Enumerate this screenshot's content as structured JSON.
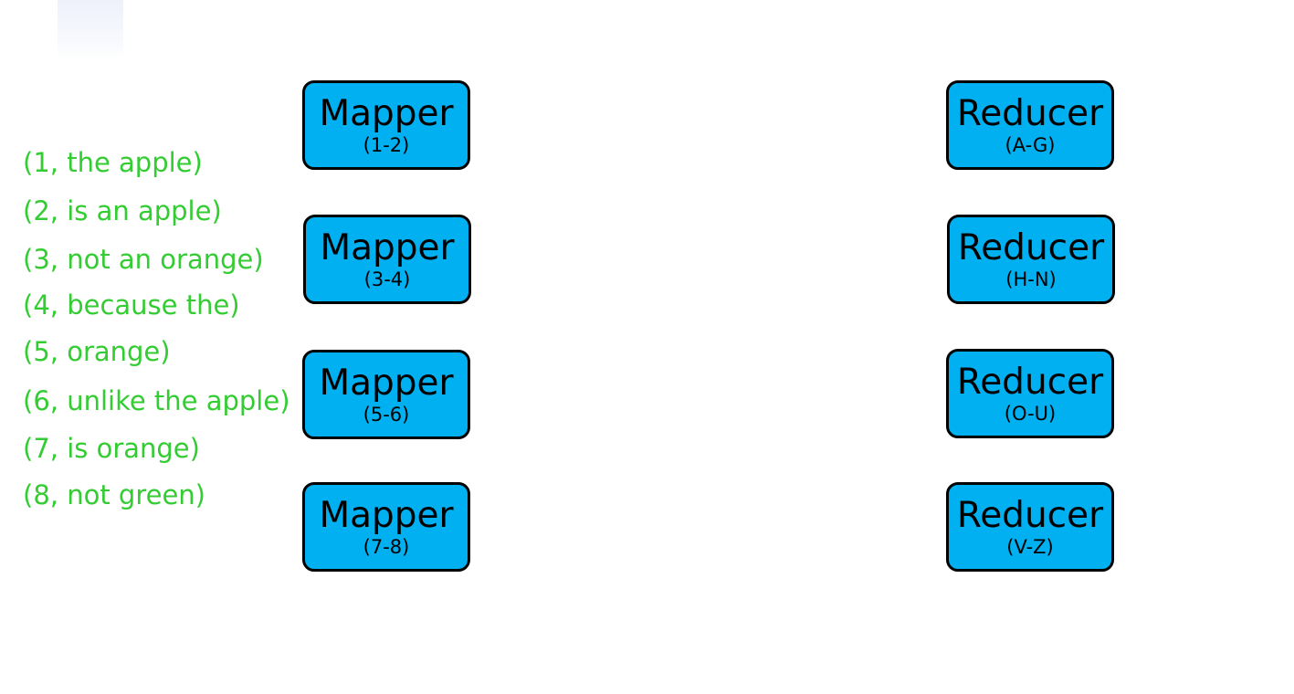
{
  "records": [
    "(1, the apple)",
    "(2, is an apple)",
    "(3, not an orange)",
    "(4, because the)",
    "(5, orange)",
    "(6, unlike the apple)",
    "(7, is orange)",
    "(8, not green)"
  ],
  "mappers": [
    {
      "title": "Mapper",
      "range": "(1-2)"
    },
    {
      "title": "Mapper",
      "range": "(3-4)"
    },
    {
      "title": "Mapper",
      "range": "(5-6)"
    },
    {
      "title": "Mapper",
      "range": "(7-8)"
    }
  ],
  "reducers": [
    {
      "title": "Reducer",
      "range": "(A-G)"
    },
    {
      "title": "Reducer",
      "range": "(H-N)"
    },
    {
      "title": "Reducer",
      "range": "(O-U)"
    },
    {
      "title": "Reducer",
      "range": "(V-Z)"
    }
  ],
  "colors": {
    "record_text": "#33cc33",
    "node_fill": "#00b0f0",
    "node_border": "#000000"
  }
}
